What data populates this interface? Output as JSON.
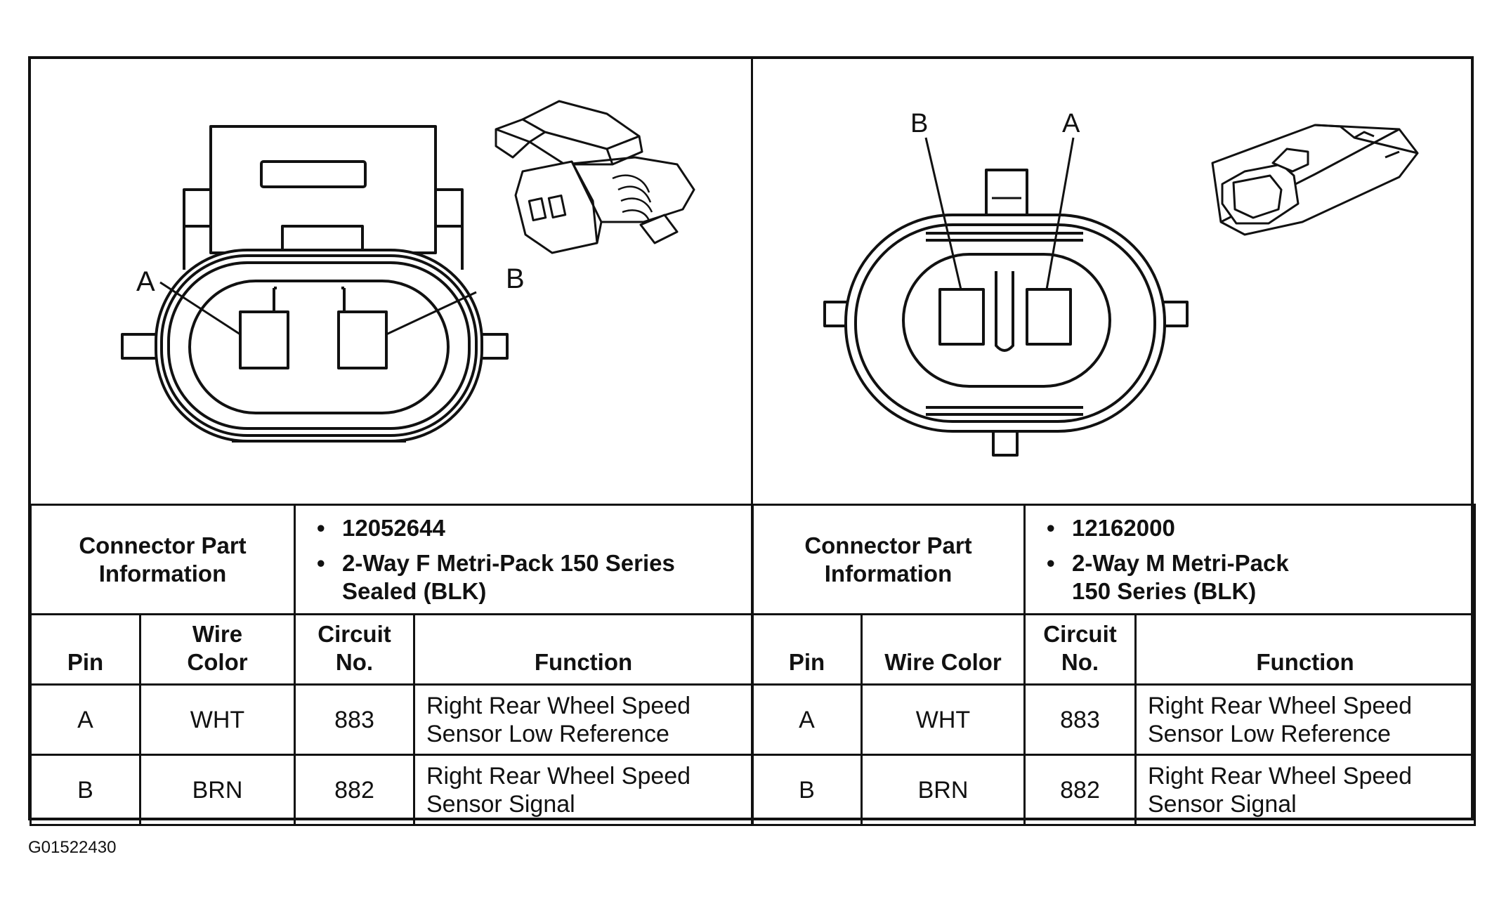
{
  "left": {
    "pin_labels": {
      "a": "A",
      "b": "B"
    },
    "info": {
      "label": "Connector Part\nInformation",
      "items": [
        "12052644",
        "2-Way F Metri-Pack 150 Series\nSealed (BLK)"
      ]
    },
    "headers": {
      "pin": "Pin",
      "wire_color": "Wire\nColor",
      "circuit": "Circuit\nNo.",
      "function": "Function"
    },
    "rows": [
      {
        "pin": "A",
        "color": "WHT",
        "circuit": "883",
        "function": "Right Rear Wheel Speed\nSensor Low Reference"
      },
      {
        "pin": "B",
        "color": "BRN",
        "circuit": "882",
        "function": "Right Rear Wheel Speed\nSensor Signal"
      }
    ]
  },
  "right": {
    "pin_labels": {
      "a": "A",
      "b": "B"
    },
    "info": {
      "label": "Connector Part\nInformation",
      "items": [
        "12162000",
        "2-Way M Metri-Pack\n150 Series (BLK)"
      ]
    },
    "headers": {
      "pin": "Pin",
      "wire_color": "Wire Color",
      "circuit": "Circuit\nNo.",
      "function": "Function"
    },
    "rows": [
      {
        "pin": "A",
        "color": "WHT",
        "circuit": "883",
        "function": "Right Rear Wheel Speed\nSensor Low Reference"
      },
      {
        "pin": "B",
        "color": "BRN",
        "circuit": "882",
        "function": "Right Rear Wheel Speed\nSensor Signal"
      }
    ]
  },
  "figure_code": "G01522430"
}
